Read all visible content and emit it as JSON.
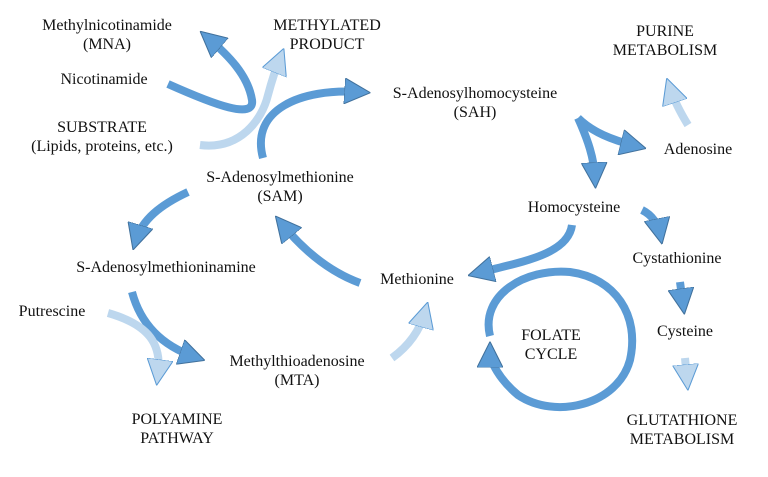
{
  "colors": {
    "dark_arrow": "#5b9bd5",
    "dark_arrow_stroke": "#41719c",
    "light_arrow": "#bdd7ee",
    "light_arrow_stroke": "#5b9bd5",
    "text": "#111111"
  },
  "labels": {
    "mna": [
      "Methylnicotinamide",
      "(MNA)"
    ],
    "methylated_product": [
      "METHYLATED",
      "PRODUCT"
    ],
    "nicotinamide": [
      "Nicotinamide"
    ],
    "substrate": [
      "SUBSTRATE",
      "(Lipids, proteins, etc.)"
    ],
    "sah": [
      "S-Adenosylhomocysteine",
      "(SAH)"
    ],
    "purine": [
      "PURINE",
      "METABOLISM"
    ],
    "adenosine": [
      "Adenosine"
    ],
    "sam": [
      "S-Adenosylmethionine",
      "(SAM)"
    ],
    "homocysteine": [
      "Homocysteine"
    ],
    "samine": [
      "S-Adenosylmethioninamine"
    ],
    "cystathionine": [
      "Cystathionine"
    ],
    "methionine": [
      "Methionine"
    ],
    "putrescine": [
      "Putrescine"
    ],
    "folate": [
      "FOLATE",
      "CYCLE"
    ],
    "cysteine": [
      "Cysteine"
    ],
    "mta": [
      "Methylthioadenosine",
      "(MTA)"
    ],
    "polyamine": [
      "POLYAMINE",
      "PATHWAY"
    ],
    "glutathione": [
      "GLUTATHIONE",
      "METABOLISM"
    ]
  }
}
